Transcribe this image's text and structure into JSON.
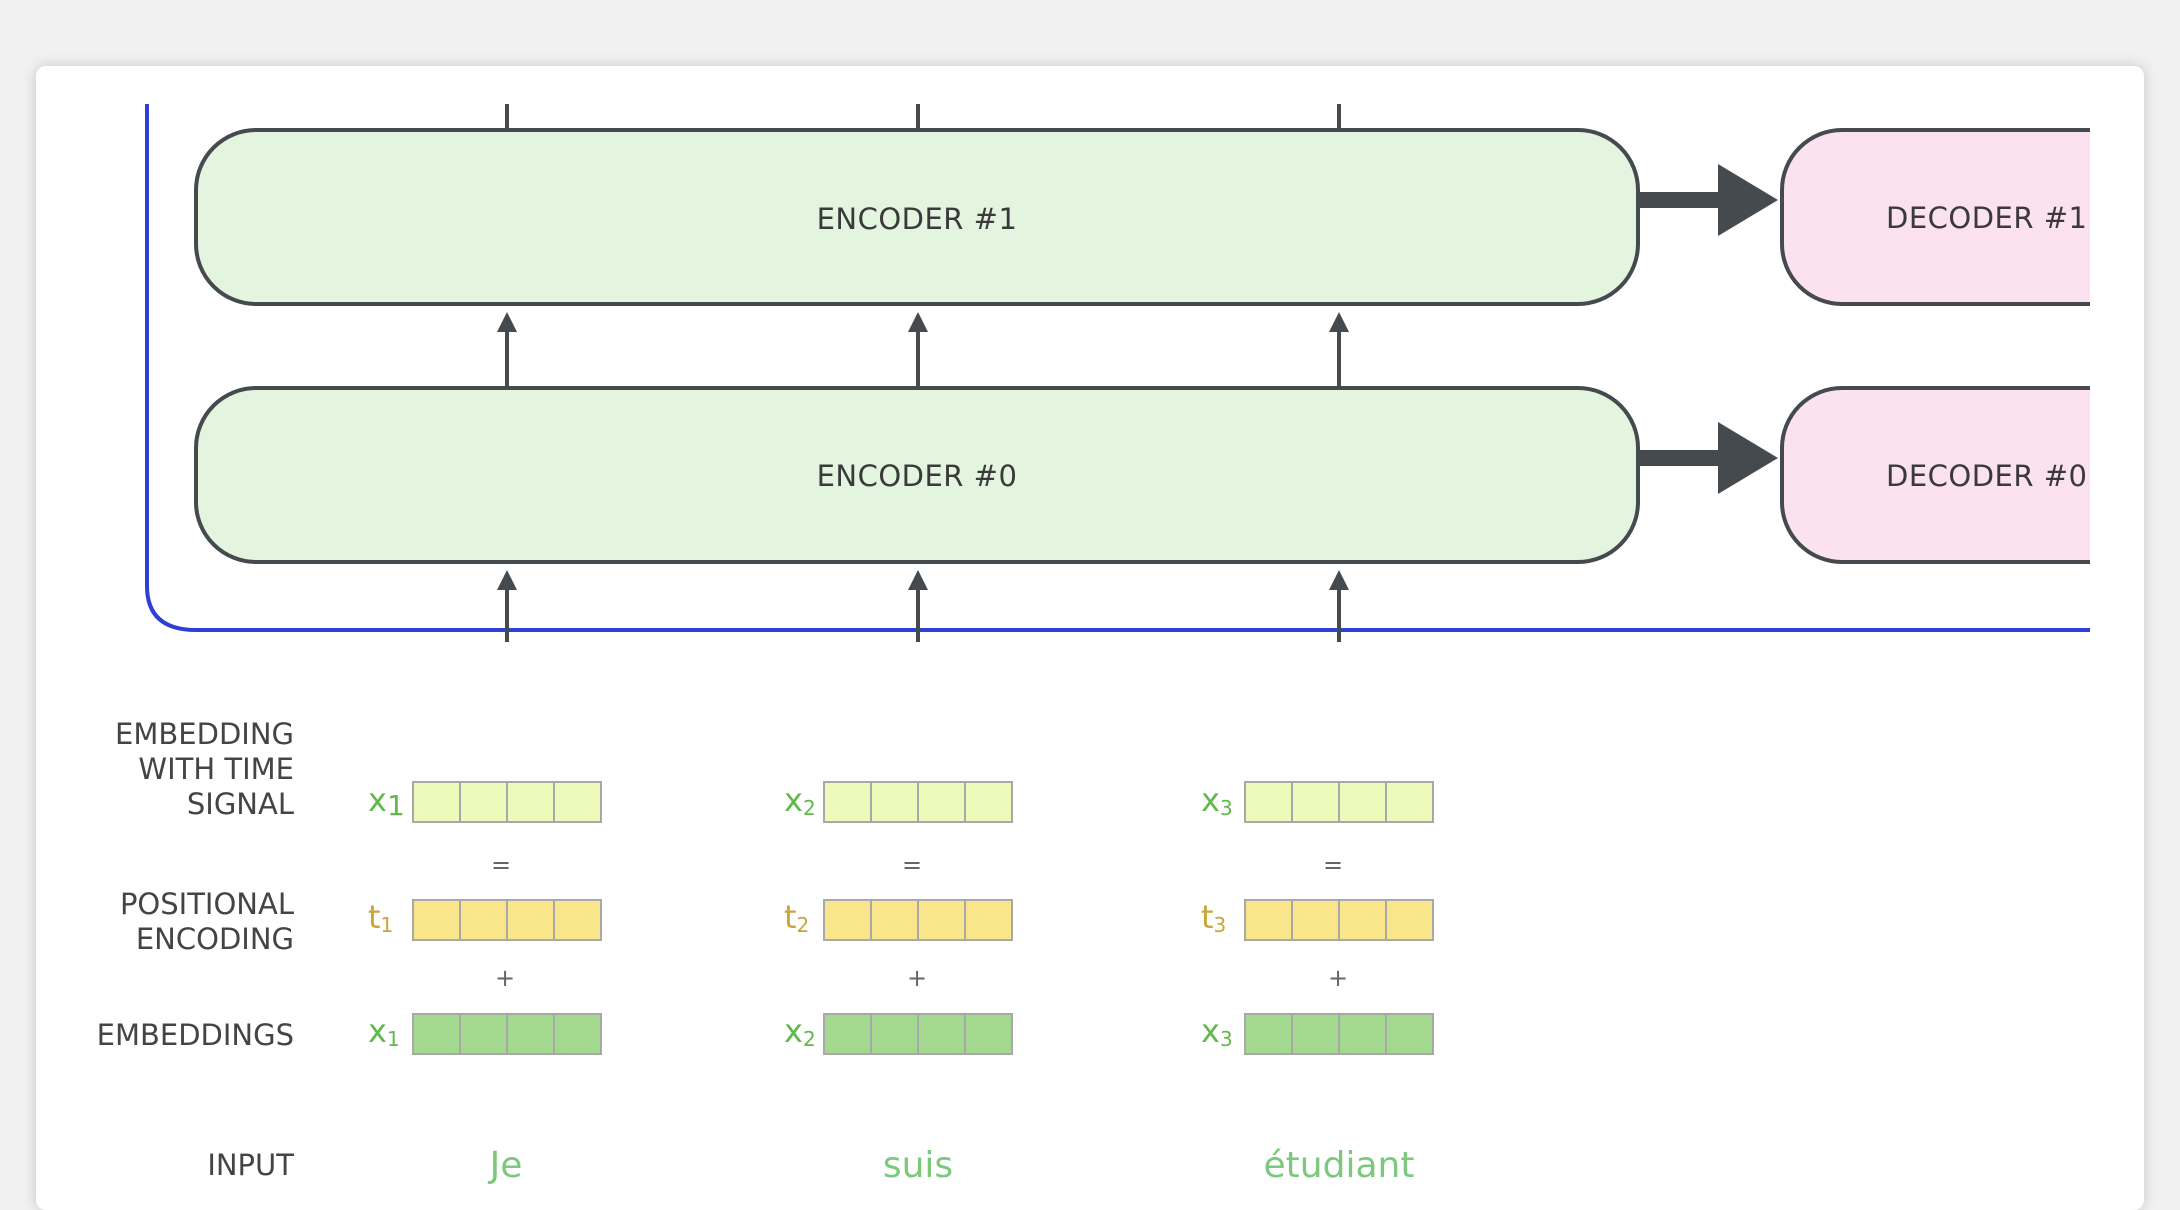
{
  "colors": {
    "encoder_fill": "#e3f5de",
    "decoder_fill": "#fbe2ee",
    "box_stroke": "#454a4f",
    "arrow": "#454a4f",
    "blue_line": "#2e3fd6",
    "time_signal_cell": "#eefab9",
    "positional_cell": "#f9e58a",
    "embedding_cell": "#a3d98f",
    "x_label": "#62b84b",
    "t_label": "#c9a53a",
    "input_text": "#7cc97c"
  },
  "encoders": [
    "ENCODER #1",
    "ENCODER #0"
  ],
  "decoders": [
    "DECODER #1",
    "DECODER #0"
  ],
  "row_labels": {
    "time_signal": [
      "EMBEDDING",
      "WITH TIME",
      "SIGNAL"
    ],
    "positional": [
      "POSITIONAL",
      "ENCODING"
    ],
    "embeddings": "EMBEDDINGS",
    "input": "INPUT"
  },
  "operators": {
    "equals": "=",
    "plus": "+"
  },
  "tokens": [
    {
      "word": "Je",
      "x_letter": "x",
      "x_sub": "1",
      "t_letter": "t",
      "t_sub": "1"
    },
    {
      "word": "suis",
      "x_letter": "x",
      "x_sub": "2",
      "t_letter": "t",
      "t_sub": "2"
    },
    {
      "word": "étudiant",
      "x_letter": "x",
      "x_sub": "3",
      "t_letter": "t",
      "t_sub": "3"
    }
  ],
  "vector_cells": 4
}
